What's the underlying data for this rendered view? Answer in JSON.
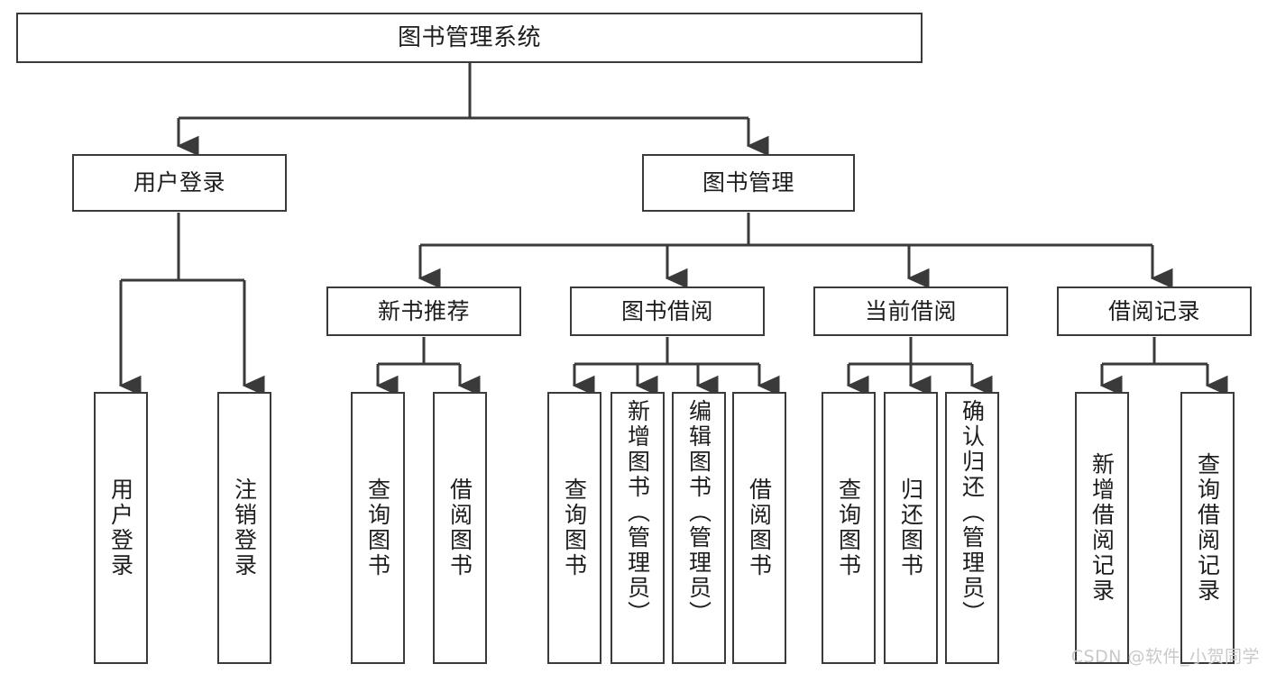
{
  "diagram": {
    "title": "图书管理系统",
    "type": "tree",
    "background": "#ffffff",
    "line_color": "#3a3a3a",
    "box_border_color": "#3a3a3a",
    "text_color": "#1d1d1d"
  },
  "nodes": {
    "root": {
      "label": "图书管理系统",
      "level": 1
    },
    "level2": [
      {
        "id": "user-login",
        "label": "用户登录"
      },
      {
        "id": "book-management",
        "label": "图书管理"
      }
    ],
    "level3": [
      {
        "id": "new-book-recommend",
        "label": "新书推荐"
      },
      {
        "id": "book-borrow",
        "label": "图书借阅"
      },
      {
        "id": "current-borrow",
        "label": "当前借阅"
      },
      {
        "id": "borrow-record",
        "label": "借阅记录"
      }
    ],
    "leaves": {
      "user-login": [
        {
          "id": "leaf-user-login",
          "label": "用户登录"
        },
        {
          "id": "leaf-logout-login",
          "label": "注销登录"
        }
      ],
      "new-book-recommend": [
        {
          "id": "leaf-query-book-1",
          "label": "查询图书"
        },
        {
          "id": "leaf-borrow-book-1",
          "label": "借阅图书"
        }
      ],
      "book-borrow": [
        {
          "id": "leaf-query-book-2",
          "label": "查询图书"
        },
        {
          "id": "leaf-add-book-admin",
          "label": "新增图书（管理员）"
        },
        {
          "id": "leaf-edit-book-admin",
          "label": "编辑图书（管理员）"
        },
        {
          "id": "leaf-borrow-book-2",
          "label": "借阅图书"
        }
      ],
      "current-borrow": [
        {
          "id": "leaf-query-book-3",
          "label": "查询图书"
        },
        {
          "id": "leaf-return-book",
          "label": "归还图书"
        },
        {
          "id": "leaf-confirm-return-admin",
          "label": "确认归还（管理员）"
        }
      ],
      "borrow-record": [
        {
          "id": "leaf-add-borrow-record",
          "label": "新增借阅记录"
        },
        {
          "id": "leaf-query-borrow-record",
          "label": "查询借阅记录"
        }
      ]
    }
  },
  "watermark": {
    "text": "CSDN @软件_小贺同学"
  }
}
